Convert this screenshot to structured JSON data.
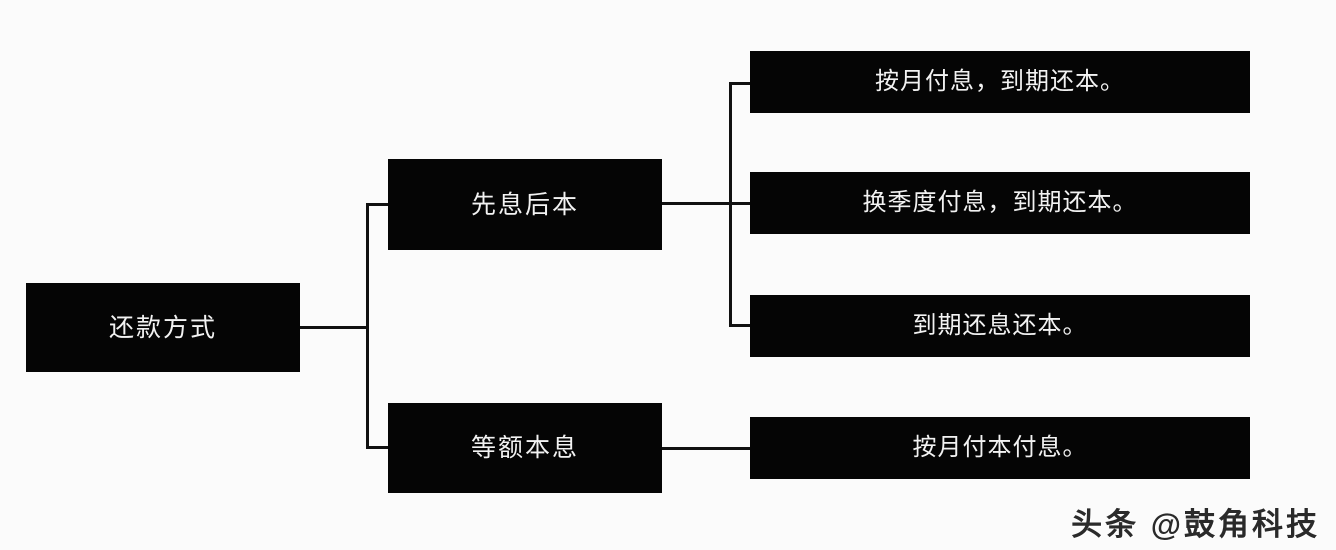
{
  "diagram": {
    "type": "tree",
    "orientation": "left-to-right",
    "title": "还款方式",
    "root": {
      "label": "还款方式"
    },
    "branches": [
      {
        "label": "先息后本",
        "children": [
          {
            "label": "按月付息，到期还本。"
          },
          {
            "label": "换季度付息，到期还本。"
          },
          {
            "label": "到期还息还本。"
          }
        ]
      },
      {
        "label": "等额本息",
        "children": [
          {
            "label": "按月付本付息。"
          }
        ]
      }
    ],
    "colors": {
      "node_fill": "#050505",
      "node_text": "#f2f2f2",
      "connector": "#111111",
      "background": "#fbfbfb",
      "watermark_text": "#2a2a2a"
    }
  },
  "watermark": {
    "text": "头条 @鼓角科技"
  }
}
